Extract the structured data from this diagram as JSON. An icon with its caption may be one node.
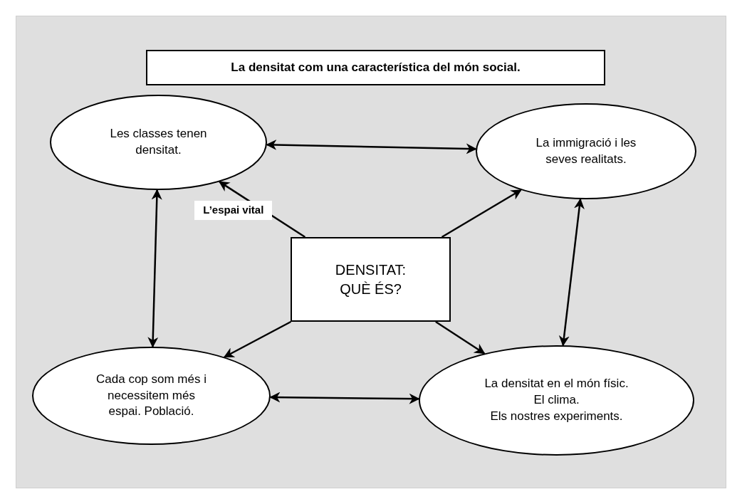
{
  "diagram": {
    "nodes": [
      {
        "text": [
          "La densitat com una característica del món social."
        ]
      },
      {
        "text": [
          "Les classes tenen densitat."
        ]
      },
      {
        "text": [
          "La immigració i les seves realitats."
        ]
      },
      {
        "text": [
          "Cada cop som més i necessitem més espai. Població."
        ]
      },
      {
        "text": [
          "La densitat en el món físic.",
          "El clima.",
          "Els nostres experiments."
        ]
      },
      {
        "text": [
          "DENSITAT: QUÈ ÉS?"
        ]
      }
    ],
    "edges": [
      {
        "from": 5,
        "to": 1,
        "arrow": "to",
        "label": "L’espai vital"
      },
      {
        "from": 5,
        "to": 2,
        "arrow": "to"
      },
      {
        "from": 5,
        "to": 3,
        "arrow": "to"
      },
      {
        "from": 5,
        "to": 4,
        "arrow": "to"
      },
      {
        "from": 1,
        "to": 2,
        "arrow": "both"
      },
      {
        "from": 1,
        "to": 3,
        "arrow": "both"
      },
      {
        "from": 2,
        "to": 4,
        "arrow": "both"
      },
      {
        "from": 3,
        "to": 4,
        "arrow": "both"
      }
    ]
  }
}
